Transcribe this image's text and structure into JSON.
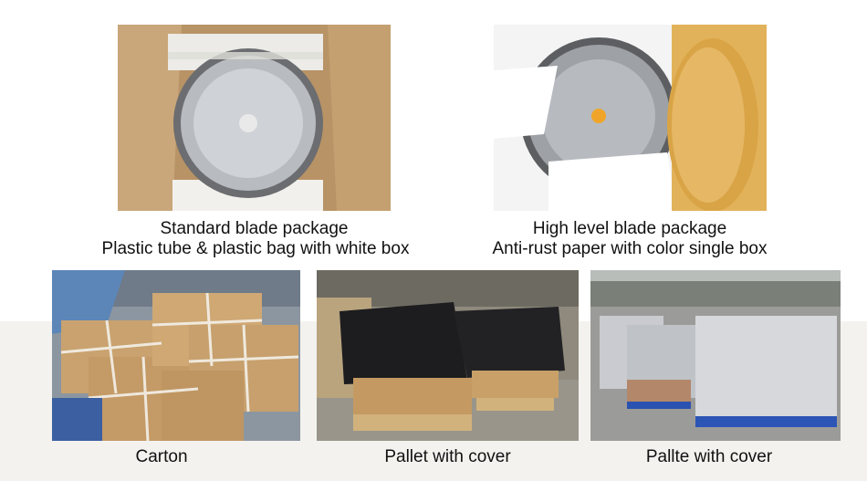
{
  "panels": {
    "top_left": {
      "title": "Standard blade package",
      "subtitle": "Plastic tube & plastic bag with white box"
    },
    "top_right": {
      "title": "High level blade package",
      "subtitle": "Anti-rust paper with color single box"
    },
    "bottom_left": {
      "caption": "Carton"
    },
    "bottom_center": {
      "caption": "Pallet with cover"
    },
    "bottom_right": {
      "caption": "Pallte with cover"
    }
  },
  "colors": {
    "cardboard": "#c9a77a",
    "background_band": "#f3f2ef",
    "text": "#111111"
  }
}
